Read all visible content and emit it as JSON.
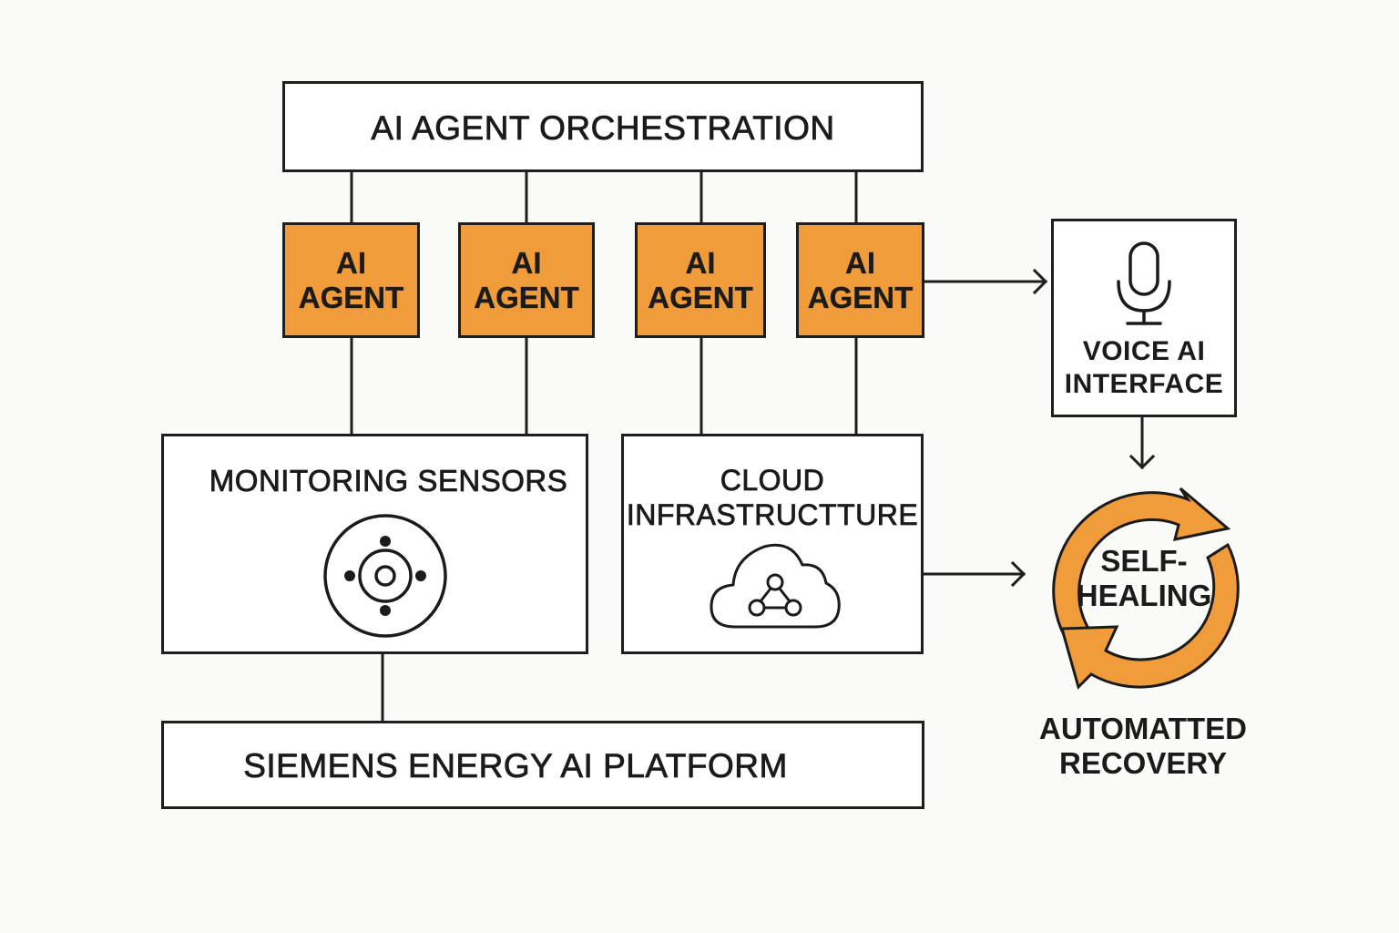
{
  "diagram": {
    "colors": {
      "accent": "#f09c3a",
      "stroke": "#1e1e1e",
      "background": "#fbfbfa",
      "box_fill": "#ffffff"
    },
    "orchestration": {
      "label": "AI AGENT ORCHESTRATION"
    },
    "agents": [
      {
        "line1": "AI",
        "line2": "AGENT"
      },
      {
        "line1": "AI",
        "line2": "AGENT"
      },
      {
        "line1": "AI",
        "line2": "AGENT"
      },
      {
        "line1": "AI",
        "line2": "AGENT"
      }
    ],
    "voice": {
      "line1": "VOICE AI",
      "line2": "INTERFACE",
      "icon": "microphone-icon"
    },
    "monitoring": {
      "label": "MONITORING SENSORS",
      "icon": "sensor-icon"
    },
    "cloud": {
      "line1": "CLOUD",
      "line2": "INFRASTRUCTTURE",
      "icon": "cloud-network-icon"
    },
    "self_healing": {
      "line1": "SELF-",
      "line2": "HEALING",
      "icon": "cycle-arrows-icon"
    },
    "recovery": {
      "line1": "AUTOMATTED",
      "line2": "RECOVERY"
    },
    "platform": {
      "label": "SIEMENS ENERGY AI PLATFORM"
    }
  }
}
